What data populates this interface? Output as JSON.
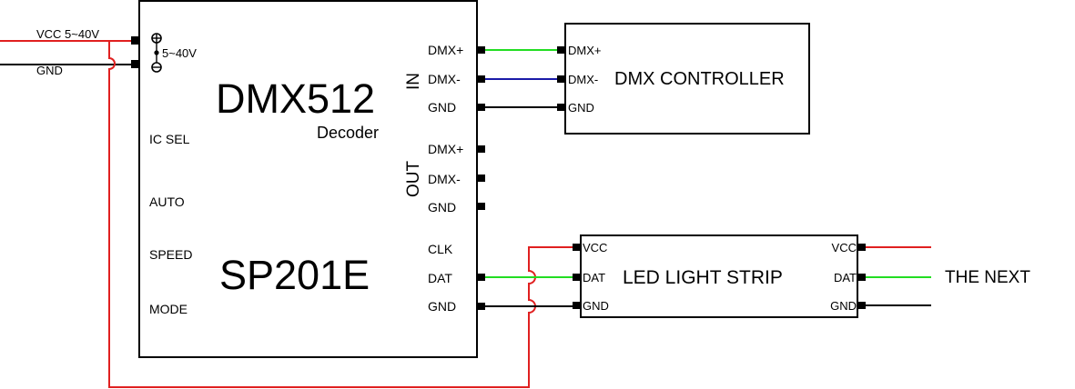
{
  "diagram": {
    "title": "DMX512 Decoder SP201E wiring diagram",
    "colors": {
      "power": "#e02020",
      "data_plus": "#22dd22",
      "data_minus": "#1a1aa8",
      "ground": "#000000",
      "box_border": "#000000",
      "background": "#ffffff"
    },
    "power_input": {
      "vcc_label": "VCC 5~40V",
      "gnd_label": "GND"
    },
    "decoder": {
      "title": "DMX512",
      "subtitle": "Decoder",
      "model": "SP201E",
      "power_symbol_label": "5~40V",
      "power_plus_icon": "plus-circle",
      "power_minus_icon": "minus-circle",
      "left_labels": [
        "IC SEL",
        "AUTO",
        "SPEED",
        "MODE"
      ],
      "in_group": {
        "label": "IN",
        "pins": [
          "DMX+",
          "DMX-",
          "GND"
        ]
      },
      "out_group": {
        "label": "OUT",
        "pins": [
          "DMX+",
          "DMX-",
          "GND"
        ]
      },
      "led_pins": [
        "CLK",
        "DAT",
        "GND"
      ]
    },
    "dmx_controller": {
      "title": "DMX CONTROLLER",
      "pins": [
        "DMX+",
        "DMX-",
        "GND"
      ]
    },
    "led_strip": {
      "title": "LED LIGHT STRIP",
      "left_pins": [
        "VCC",
        "DAT",
        "GND"
      ],
      "right_pins": [
        "VCC",
        "DAT",
        "GND"
      ]
    },
    "next_label": "THE NEXT"
  }
}
